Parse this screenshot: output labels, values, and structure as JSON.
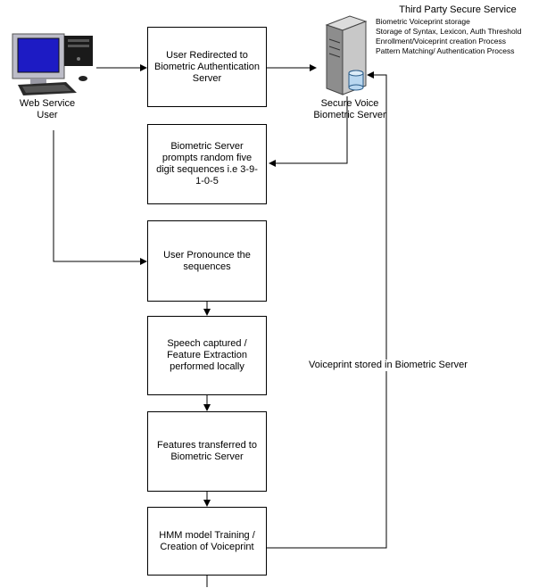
{
  "steps": [
    "User Redirected to Biometric Authentication Server",
    "Biometric Server prompts random five digit sequences i.e 3-9-1-0-5",
    "User Pronounce the sequences",
    "Speech captured / Feature Extraction performed locally",
    "Features transferred to Biometric Server",
    "HMM model Training / Creation of Voiceprint"
  ],
  "user_label": "Web Service User",
  "server_label": "Secure Voice Biometric Server",
  "third_party": {
    "title": "Third Party Secure Service",
    "lines": [
      "Biometric Voiceprint storage",
      "Storage of Syntax, Lexicon, Auth Threshold",
      "Enrollment/Voiceprint creation Process",
      "Pattern Matching/ Authentication Process"
    ]
  },
  "feedback_label": "Voiceprint stored in Biometric Server"
}
